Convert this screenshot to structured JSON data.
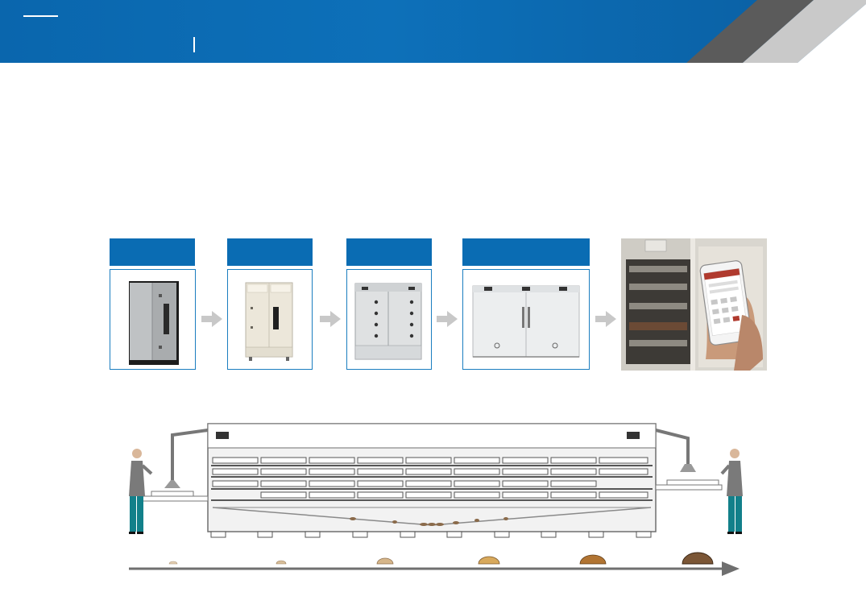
{
  "header": {
    "title": "",
    "subtitle": ""
  },
  "steps": [
    {
      "label": "",
      "icon": "cabinet-dark-image"
    },
    {
      "label": "",
      "icon": "cabinet-cream-image"
    },
    {
      "label": "",
      "icon": "cabinet-double-image"
    },
    {
      "label": "",
      "icon": "cabinet-wide-image"
    }
  ],
  "final_image": "phone-app-control-photo",
  "diagram": {
    "name": "tunnel-rearing-system",
    "growth_stages": 6
  },
  "colors": {
    "brand_blue": "#0a6cb3",
    "stripe_dark": "#5b5b5b",
    "stripe_light": "#c9c9c9",
    "arrow": "#c8c8c8"
  }
}
